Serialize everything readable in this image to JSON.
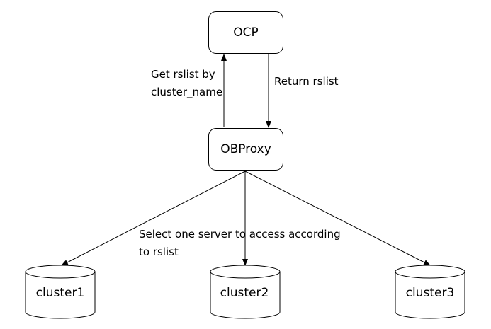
{
  "nodes": {
    "ocp": "OCP",
    "obproxy": "OBProxy"
  },
  "edges": {
    "get_rslist_line1": "Get rslist by",
    "get_rslist_line2": "cluster_name",
    "return_rslist": "Return rslist",
    "select_line1": "Select one server to access according",
    "select_line2": "to rslist"
  },
  "clusters": [
    "cluster1",
    "cluster2",
    "cluster3"
  ],
  "colors": {
    "stroke": "#000000",
    "background": "#ffffff"
  }
}
